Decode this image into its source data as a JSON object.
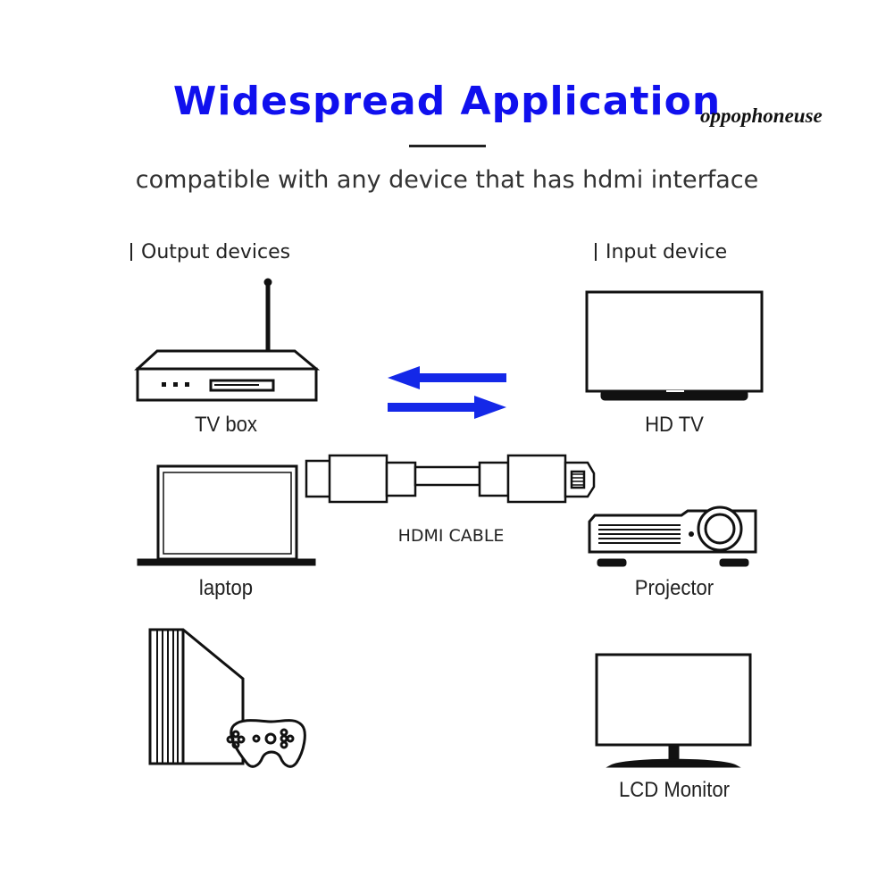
{
  "header": {
    "title": "Widespread Application",
    "watermark": "oppophoneuse",
    "subtitle": "compatible with any device that has hdmi interface"
  },
  "sections": {
    "output_heading": "Output devices",
    "input_heading": "Input device"
  },
  "output_devices": [
    {
      "label": "TV box",
      "icon": "tv-box-icon"
    },
    {
      "label": "laptop",
      "icon": "laptop-icon"
    },
    {
      "label": "",
      "icon": "game-console-icon"
    }
  ],
  "input_devices": [
    {
      "label": "HD TV",
      "icon": "hd-tv-icon"
    },
    {
      "label": "Projector",
      "icon": "projector-icon"
    },
    {
      "label": "LCD Monitor",
      "icon": "lcd-monitor-icon"
    }
  ],
  "cable": {
    "label": "HDMI CABLE",
    "icon": "hdmi-cable-icon"
  },
  "colors": {
    "title": "#1010ee",
    "arrows": "#1428e8",
    "line_art": "#111111"
  }
}
